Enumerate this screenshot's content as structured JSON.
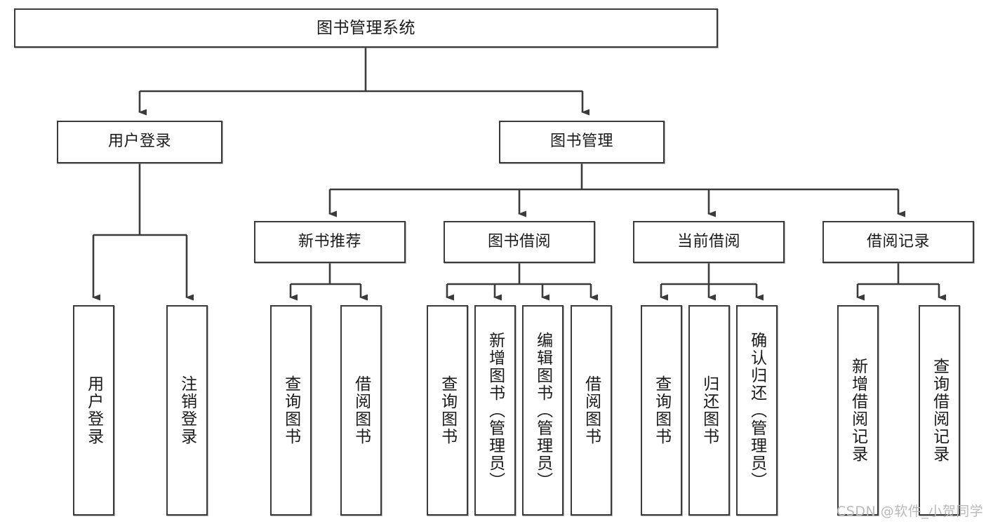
{
  "diagram": {
    "title": "图书管理系统",
    "type": "tree-hierarchy-chart",
    "root": {
      "label": "图书管理系统"
    },
    "level2": [
      {
        "label": "用户登录"
      },
      {
        "label": "图书管理"
      }
    ],
    "level3": [
      {
        "label": "新书推荐"
      },
      {
        "label": "图书借阅"
      },
      {
        "label": "当前借阅"
      },
      {
        "label": "借阅记录"
      }
    ],
    "leaves": {
      "user_login": [
        {
          "label": "用户登录"
        },
        {
          "label": "注销登录"
        }
      ],
      "new_book_recommend": [
        {
          "label": "查询图书"
        },
        {
          "label": "借阅图书"
        }
      ],
      "book_borrow": [
        {
          "label": "查询图书"
        },
        {
          "label": "新增图书（管理员）"
        },
        {
          "label": "编辑图书（管理员）"
        },
        {
          "label": "借阅图书"
        }
      ],
      "current_borrow": [
        {
          "label": "查询图书"
        },
        {
          "label": "归还图书"
        },
        {
          "label": "确认归还（管理员）"
        }
      ],
      "borrow_record": [
        {
          "label": "新增借阅记录"
        },
        {
          "label": "查询借阅记录"
        }
      ]
    }
  },
  "watermark": {
    "text": "CSDN @软件_小贺同学"
  },
  "colors": {
    "border": "#3b3b3b",
    "background": "#ffffff",
    "text": "#1a1a1a",
    "watermark": "#b9b9b9"
  }
}
